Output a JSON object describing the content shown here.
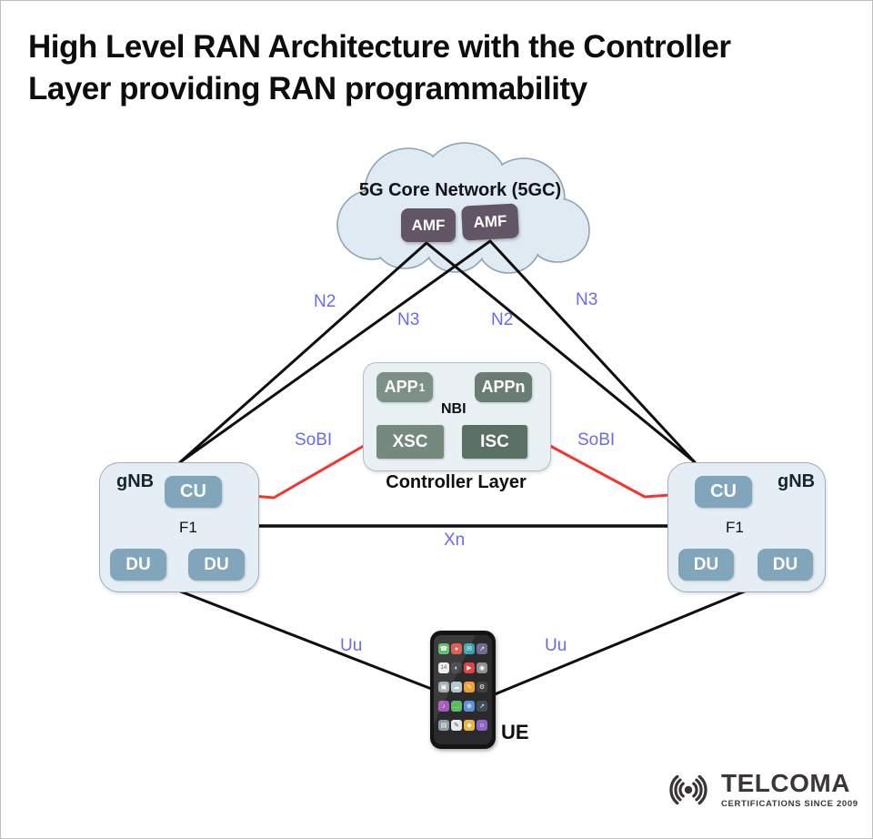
{
  "title": {
    "line1": "High Level RAN Architecture with the Controller",
    "line2": "Layer providing RAN programmability"
  },
  "core": {
    "cloud_label": "5G Core Network (5GC)",
    "amf1": "AMF",
    "amf2": "AMF"
  },
  "controller": {
    "app1_main": "APP",
    "app1_sub": "1",
    "appn": "APPn",
    "nbi": "NBI",
    "xsc": "XSC",
    "isc": "ISC",
    "caption": "Controller Layer"
  },
  "gnb_left": {
    "label": "gNB",
    "cu": "CU",
    "f1": "F1",
    "du1": "DU",
    "du2": "DU"
  },
  "gnb_right": {
    "label": "gNB",
    "cu": "CU",
    "f1": "F1",
    "du1": "DU",
    "du2": "DU"
  },
  "links": {
    "n2_left": "N2",
    "n3_left": "N3",
    "n2_right": "N2",
    "n3_right": "N3",
    "sobi_left": "SoBI",
    "sobi_right": "SoBI",
    "xn": "Xn",
    "uu_left": "Uu",
    "uu_right": "Uu"
  },
  "ue": {
    "label": "UE",
    "app_icons": [
      {
        "name": "phone",
        "color": "#57b85a",
        "glyph": "☎"
      },
      {
        "name": "maps",
        "color": "#e04b3f",
        "glyph": "●"
      },
      {
        "name": "mail",
        "color": "#35a0a6",
        "glyph": "✉"
      },
      {
        "name": "web",
        "color": "#6e6a8f",
        "glyph": "↗"
      },
      {
        "name": "calendar",
        "color": "#ececec",
        "glyph": "14",
        "dark": true
      },
      {
        "name": "clock",
        "color": "#3c3c44",
        "glyph": "◐"
      },
      {
        "name": "player",
        "color": "#e03e3e",
        "glyph": "▶"
      },
      {
        "name": "camera",
        "color": "#8e8e8e",
        "glyph": "◉"
      },
      {
        "name": "photos",
        "color": "#9aa7ad",
        "glyph": "▣"
      },
      {
        "name": "weather",
        "color": "#b7c6cc",
        "glyph": "☁"
      },
      {
        "name": "notes",
        "color": "#ef9f31",
        "glyph": "✎"
      },
      {
        "name": "settings",
        "color": "#3e3e3e",
        "glyph": "⚙"
      },
      {
        "name": "music",
        "color": "#a357b8",
        "glyph": "♪"
      },
      {
        "name": "messages",
        "color": "#5cb85f",
        "glyph": "…"
      },
      {
        "name": "browser",
        "color": "#5b8fd4",
        "glyph": "⊕"
      },
      {
        "name": "stats",
        "color": "#3a4a55",
        "glyph": "↗"
      },
      {
        "name": "calculator",
        "color": "#8c9aa3",
        "glyph": "▤"
      },
      {
        "name": "setup",
        "color": "#e8e8e8",
        "glyph": "✎",
        "dark": true
      },
      {
        "name": "store",
        "color": "#edb33c",
        "glyph": "◆"
      },
      {
        "name": "contacts",
        "color": "#8a64c0",
        "glyph": "☺"
      }
    ]
  },
  "logo": {
    "brand": "TELCOMA",
    "tagline": "CERTIFICATIONS SINCE 2009"
  },
  "colors": {
    "label_blue": "#6a6af0",
    "sobi_red": "#f5342e",
    "line_black": "#0f0f0f",
    "amf_purple": "#615566",
    "cu_du_blue": "#81a5ba",
    "gnb_fill": "#e4eef4",
    "controller_fill": "#e8f0f4",
    "cloud_fill": "#dfeaf2",
    "app_green": "#7d9086",
    "isc_green": "#5b7065"
  }
}
